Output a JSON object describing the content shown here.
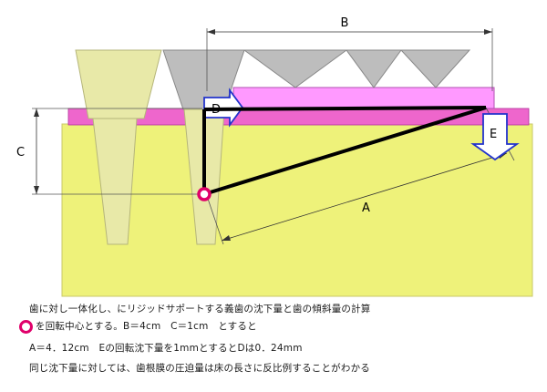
{
  "diagram": {
    "labels": {
      "B": "B",
      "C": "C",
      "A": "A",
      "D": "D",
      "E": "E"
    },
    "colors": {
      "jaw": "#eef27a",
      "gum": "#ee66cc",
      "denture_base": "#ff99ff",
      "tooth": "#bdbdbd",
      "root": "#e8e9a8",
      "arrow_fill": "#ffffff",
      "arrow_stroke": "#2233cc",
      "rotation_center": "#e0006a",
      "line": "#000000"
    }
  },
  "caption": {
    "line1": "歯に対し一体化し、にリジッドサポートする義歯の沈下量と歯の傾斜量の計算",
    "line2": "を回転中心とする。B＝4cm　C＝1cm　とすると",
    "line3": "A＝4．12cm　Eの回転沈下量を1mmとするとDは0．24mm",
    "line4": "同じ沈下量に対しては、歯根膜の圧迫量は床の長さに反比例することがわかる"
  }
}
